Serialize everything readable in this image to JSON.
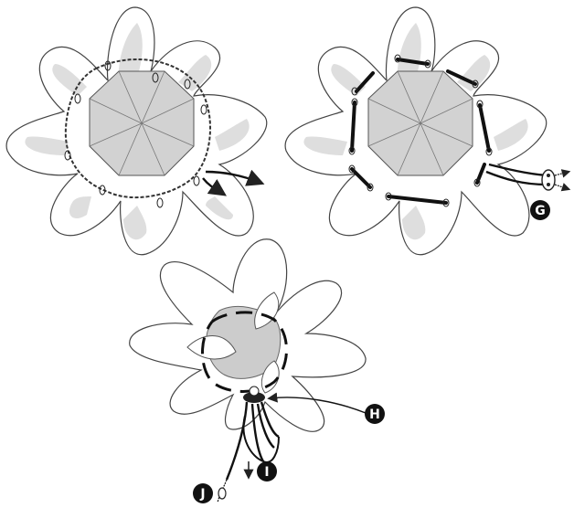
{
  "figures": [
    {
      "id": "step-1",
      "description_hidden": true
    },
    {
      "id": "step-2",
      "description_hidden": true
    },
    {
      "id": "step-3",
      "description_hidden": true
    }
  ],
  "callouts": [
    {
      "id": "G",
      "label": "G"
    },
    {
      "id": "H",
      "label": "H"
    },
    {
      "id": "I",
      "label": "I"
    },
    {
      "id": "J",
      "label": "J"
    }
  ],
  "colors": {
    "line": "#333333",
    "canopy_fill": "#d0d0d0",
    "petal_fill": "#ffffff",
    "shade": "#cfcfcf",
    "badge": "#111111"
  }
}
